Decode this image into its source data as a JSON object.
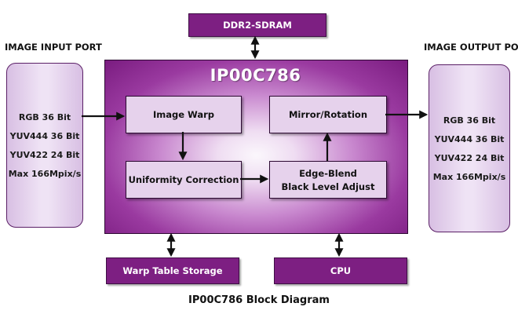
{
  "input_port": {
    "label": "IMAGE INPUT PORT",
    "lines": [
      "RGB 36 Bit",
      "YUV444 36 Bit",
      "YUV422 24 Bit",
      "Max 166Mpix/s"
    ]
  },
  "output_port": {
    "label": "IMAGE OUTPUT PORT",
    "lines": [
      "RGB 36 Bit",
      "YUV444 36 Bit",
      "YUV422 24 Bit",
      "Max 166Mpix/s"
    ]
  },
  "external": {
    "ddr2": "DDR2-SDRAM",
    "warp_table": "Warp Table Storage",
    "cpu": "CPU"
  },
  "chip": {
    "title": "IP00C786",
    "blocks": {
      "image_warp": "Image Warp",
      "mirror_rotation": "Mirror/Rotation",
      "uniformity": "Uniformity Correction",
      "edge_blend_1": "Edge-Blend",
      "edge_blend_2": "Black Level Adjust"
    }
  },
  "caption": "IP00C786 Block Diagram",
  "colors": {
    "accent": "#7d1f82",
    "block_fill": "#e6d2ec",
    "port_fill": "#efe3f5"
  }
}
